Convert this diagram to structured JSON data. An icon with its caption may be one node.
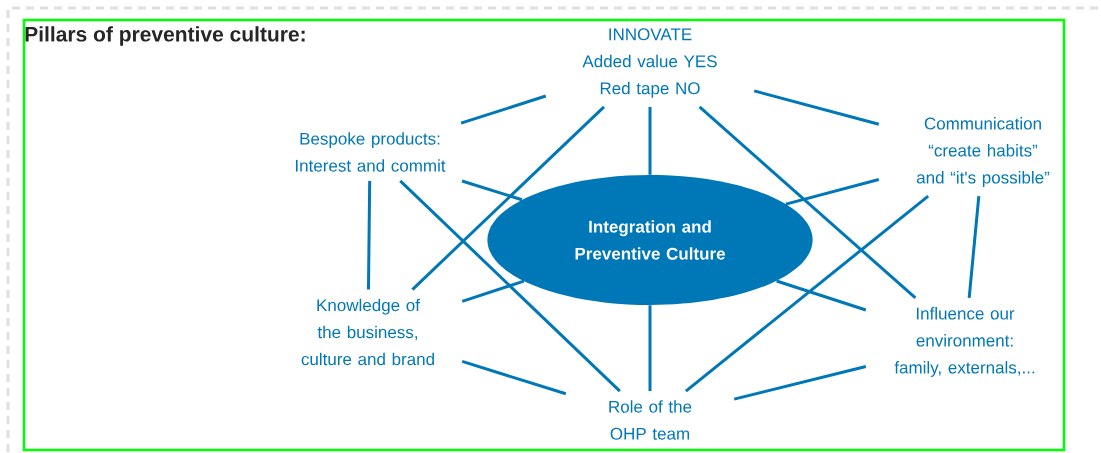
{
  "diagram": {
    "title": "Pillars of preventive culture:",
    "nodes": [
      {
        "text": [
          "Integration and Preventive Culture"
        ]
      },
      {
        "text": [
          "INNOVATE",
          "Added value YES",
          "Red tape NO"
        ]
      },
      {
        "text": [
          "Bespoke products: Interest and commit"
        ]
      },
      {
        "text": [
          "Communication “create habits” and “it's possible”"
        ]
      },
      {
        "text": [
          "Knowledge of the business, culture and brand"
        ]
      },
      {
        "text": [
          "Influence our environment: family, externals,..."
        ]
      },
      {
        "text": [
          "Role of the OHP team"
        ]
      }
    ],
    "edges": [
      {
        "from": 1,
        "to": 2,
        "arrow": "none"
      },
      {
        "from": 1,
        "to": 3,
        "arrow": "none"
      },
      {
        "from": 1,
        "to": 0,
        "arrow": "none"
      },
      {
        "from": 1,
        "to": 4,
        "arrow": "none"
      },
      {
        "from": 1,
        "to": 5,
        "arrow": "none"
      },
      {
        "from": 2,
        "to": 0,
        "arrow": "none"
      },
      {
        "from": 2,
        "to": 4,
        "arrow": "none"
      },
      {
        "from": 2,
        "to": 6,
        "arrow": "none"
      },
      {
        "from": 3,
        "to": 0,
        "arrow": "none"
      },
      {
        "from": 3,
        "to": 5,
        "arrow": "none"
      },
      {
        "from": 3,
        "to": 6,
        "arrow": "none"
      },
      {
        "from": 4,
        "to": 0,
        "arrow": "none"
      },
      {
        "from": 4,
        "to": 6,
        "arrow": "none"
      },
      {
        "from": 5,
        "to": 0,
        "arrow": "none"
      },
      {
        "from": 5,
        "to": 6,
        "arrow": "none"
      },
      {
        "from": 0,
        "to": 6,
        "arrow": "none"
      }
    ]
  }
}
